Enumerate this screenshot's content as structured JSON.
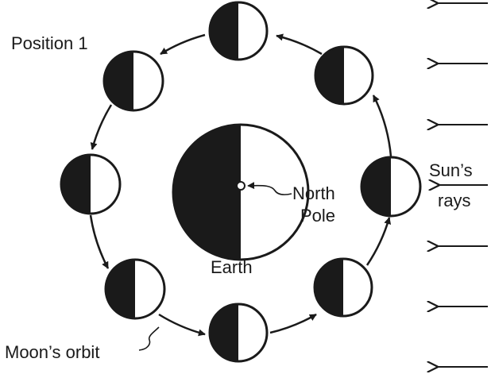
{
  "labels": {
    "position_1": "Position 1",
    "north": "North",
    "pole": "Pole",
    "earth": "Earth",
    "suns": "Sun’s",
    "rays": "rays",
    "moons_orbit": "Moon’s orbit"
  },
  "colors": {
    "ink": "#1a1a1a",
    "background": "#ffffff"
  }
}
